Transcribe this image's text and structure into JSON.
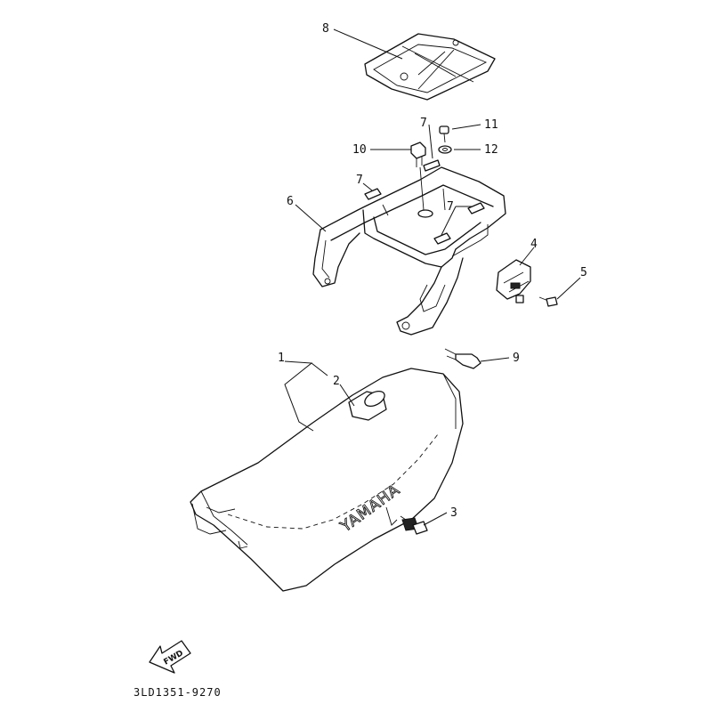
{
  "diagram": {
    "callouts": {
      "c1": "1",
      "c2": "2",
      "c3": "3",
      "c4": "4",
      "c5": "5",
      "c6": "6",
      "c7a": "7",
      "c7b": "7",
      "c7c": "7",
      "c8": "8",
      "c9": "9",
      "c10": "10",
      "c11": "11",
      "c12": "12"
    },
    "seat_brand": "YAMAHA",
    "fwd_label": "FWD",
    "drawing_code": "3LD1351-9270"
  }
}
